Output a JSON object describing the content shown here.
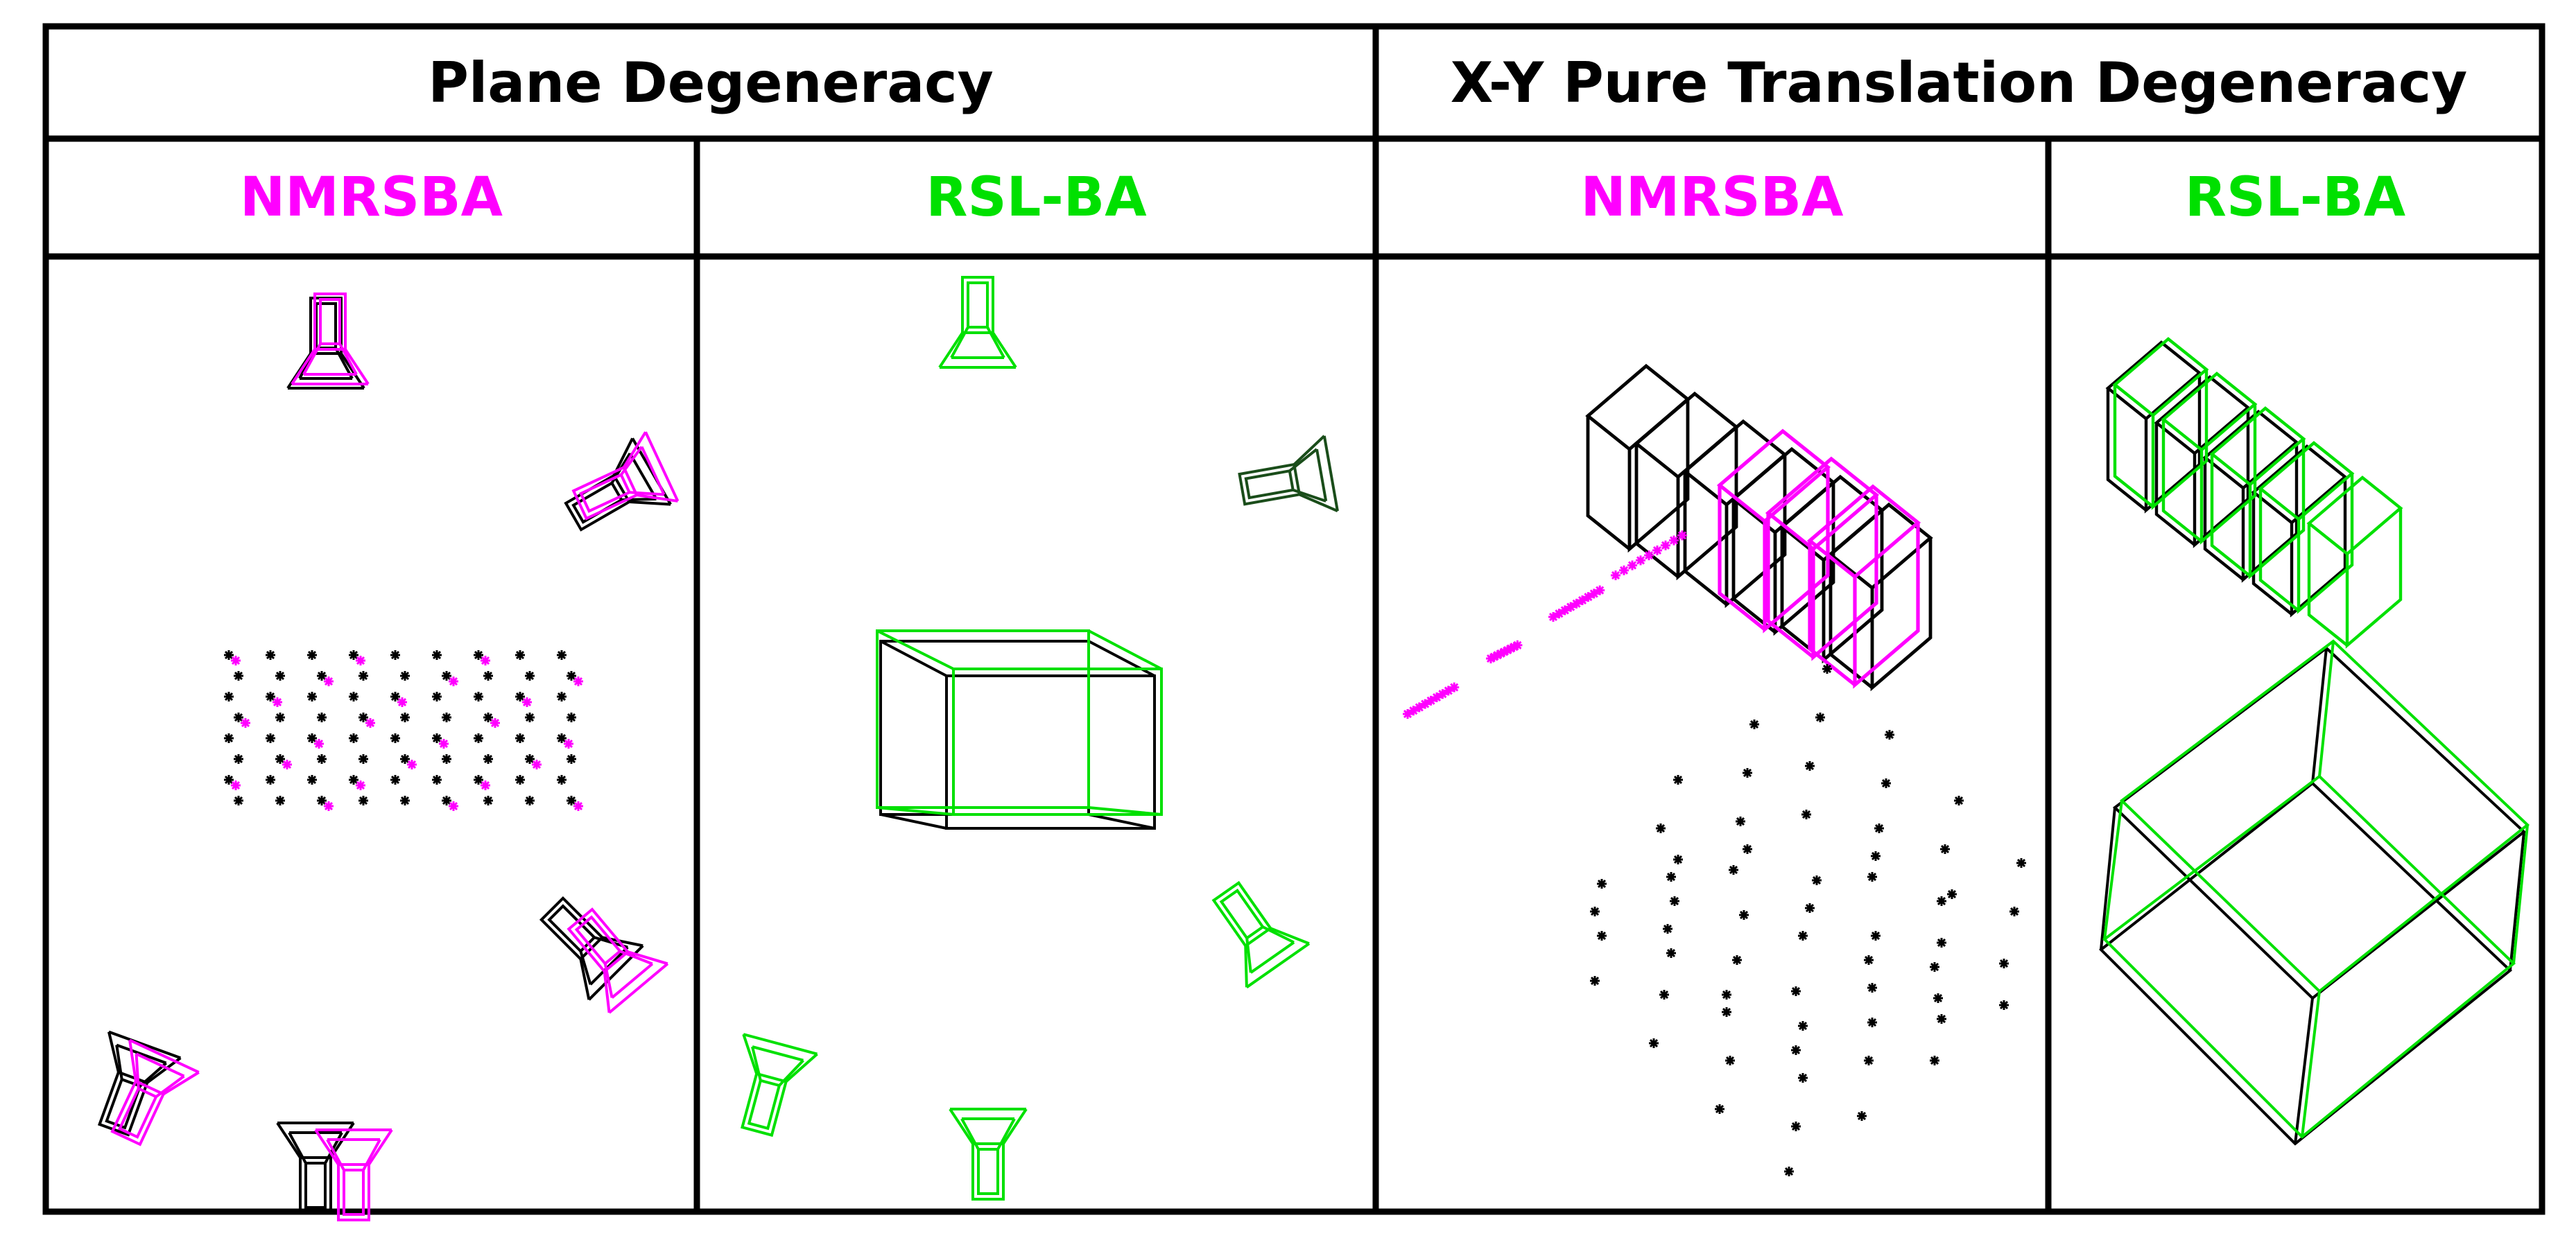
{
  "groups": [
    {
      "label": "Plane Degeneracy"
    },
    {
      "label": "X-Y Pure Translation  Degeneracy"
    }
  ],
  "methods": [
    {
      "label": "NMRSBA",
      "color": "#ff00ff"
    },
    {
      "label": "RSL-BA",
      "color": "#00e000"
    },
    {
      "label": "NMRSBA",
      "color": "#ff00ff"
    },
    {
      "label": "RSL-BA",
      "color": "#00e000"
    }
  ],
  "colors": {
    "ground_truth": "#000000",
    "nmrsba": "#ff00ff",
    "rslba": "#00e000",
    "rslba_dark": "#1a4d1a"
  },
  "icons": {
    "camera": "camera-frustum-icon",
    "point": "asterisk-point-icon",
    "cube": "wireframe-cube-icon"
  }
}
